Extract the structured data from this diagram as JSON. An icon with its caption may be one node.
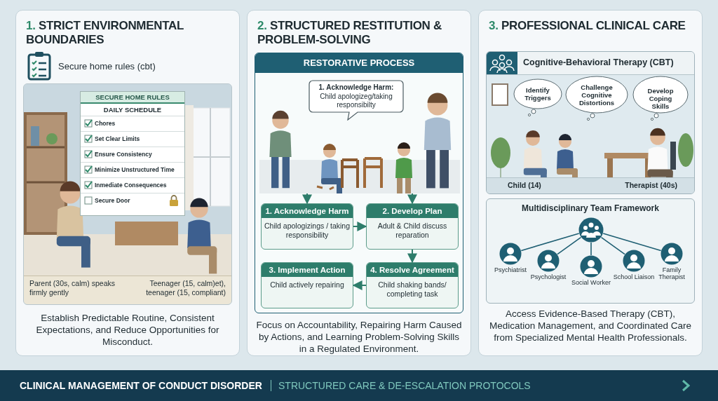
{
  "diagram": {
    "title": "CLINICAL MANAGEMENT OF CONDUCT DISORDER",
    "caption": "STRUCTURED CARE & DE-ESCALATION PROTOCOLS",
    "nodes": [
      {
        "text": [
          "1. STRICT ENVIRONMENTAL BOUNDARIES",
          "Secure home rules (cbt)",
          "Establish Predictable Routine, Consistent Expectations, and Reduce Opportunities for Misconduct."
        ]
      },
      {
        "text": [
          "Parent (30s, calm) speaks firmly gently",
          "Teenager (15, calm)et), teenager (15, compliant)"
        ],
        "in": 0
      },
      {
        "text": [
          "SECURE HOME RULES",
          "DAILY SCHEDULE",
          "Chores",
          "Set Clear Limits",
          "Ensure Consistency",
          "Minimize Unstructured Time",
          "Inmediate Consequences",
          "Secure Door"
        ],
        "in": 1
      },
      {
        "text": [
          "2. STRUCTURED RESTITUTION & PROBLEM-SOLVING",
          "Focus on Accountability, Repairing Harm Caused by Actions, and Learning Problem-Solving Skills in a Regulated Environment."
        ]
      },
      {
        "text": [
          "RESTORATIVE PROCESS"
        ],
        "in": 3
      },
      {
        "text": [],
        "shape": "picture",
        "in": 4
      },
      {
        "text": [
          "1. Acknowledge Harm:",
          "Child apologizeg/taking responsibilty"
        ],
        "in": 4
      },
      {
        "text": [
          "1. Acknowledge Harm",
          "Child apologizings / taking responsibility"
        ],
        "in": 4
      },
      {
        "text": [
          "2. Develop Plan",
          "Adult & Child discuss reparation"
        ],
        "in": 4
      },
      {
        "text": [
          "3. Implement Action",
          "Child actively repairing"
        ],
        "in": 4
      },
      {
        "text": [
          "4. Resolve Agreement",
          "Child shaking bands/ completing task"
        ],
        "in": 4
      },
      {
        "text": [
          "3. PROFESSIONAL CLINICAL CARE",
          "Access Evidence-Based Therapy (CBT), Medication Management, and Coordinated Care from Specialized Mental Health Professionals."
        ]
      },
      {
        "text": [
          "Cognitive-Behavioral Therapy (CBT)",
          "Child (14)",
          "Therapist (40s)"
        ],
        "in": 11
      },
      {
        "text": [
          "Identify Triggers"
        ],
        "in": 12
      },
      {
        "text": [
          "Challenge Cognitive Distortions"
        ],
        "in": 12
      },
      {
        "text": [
          "Develop Coping Skills"
        ],
        "in": 12
      },
      {
        "text": [
          "Multidisciplinary Team Framework"
        ],
        "in": 11
      },
      {
        "text": [],
        "shape": "circle",
        "in": 16
      },
      {
        "text": [
          "Psychiatrist"
        ],
        "in": 16
      },
      {
        "text": [
          "Psychologist"
        ],
        "in": 16
      },
      {
        "text": [
          "Social Worker"
        ],
        "in": 16
      },
      {
        "text": [
          "School Liaison"
        ],
        "in": 16
      },
      {
        "text": [
          "Family Therapist"
        ],
        "in": 16
      }
    ],
    "edges": [
      {
        "from": 5,
        "to": 7,
        "arrow": "to"
      },
      {
        "from": 5,
        "to": 8,
        "arrow": "to"
      },
      {
        "from": 7,
        "to": 8,
        "arrow": "to"
      },
      {
        "from": 8,
        "to": 10,
        "arrow": "to"
      },
      {
        "from": 10,
        "to": 9,
        "arrow": "to"
      },
      {
        "from": 17,
        "to": 18,
        "arrow": "none"
      },
      {
        "from": 17,
        "to": 19,
        "arrow": "none"
      },
      {
        "from": 17,
        "to": 20,
        "arrow": "none"
      },
      {
        "from": 17,
        "to": 21,
        "arrow": "none"
      },
      {
        "from": 17,
        "to": 22,
        "arrow": "none"
      }
    ]
  }
}
